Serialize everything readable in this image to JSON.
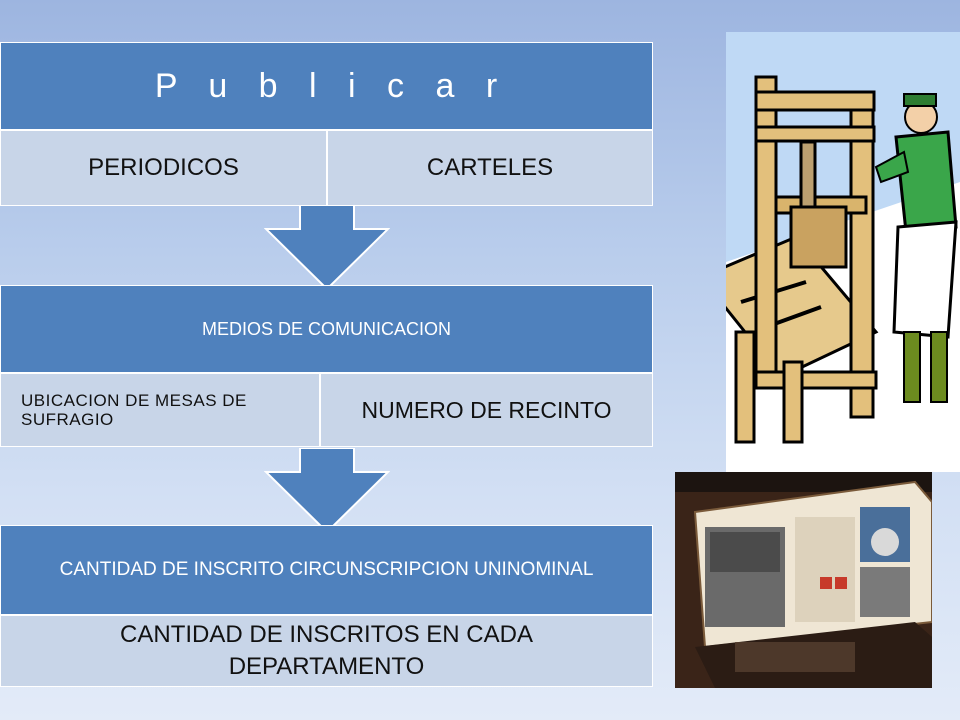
{
  "diagram": {
    "block1": {
      "header": "P u b l i c a r",
      "items": [
        "PERIODICOS",
        "CARTELES"
      ]
    },
    "block2": {
      "header": "MEDIOS DE COMUNICACION",
      "items": [
        "UBICACION DE MESAS DE SUFRAGIO",
        "NUMERO DE RECINTO"
      ]
    },
    "block3": {
      "header": "CANTIDAD DE INSCRITO CIRCUNSCRIPCION UNINOMINAL",
      "items": [
        "CANTIDAD DE INSCRITOS EN CADA DEPARTAMENTO"
      ]
    }
  },
  "colors": {
    "header_blue": "#4f81bd",
    "cell_light": "#c8d5e8"
  },
  "images": {
    "top_right": "printing-press-clipart",
    "bottom_right": "museum-exhibit-photo"
  }
}
